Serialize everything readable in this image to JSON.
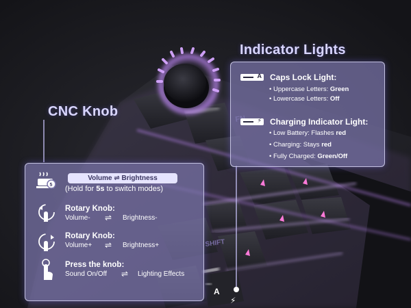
{
  "indicator": {
    "heading": "Indicator Lights",
    "caps": {
      "key_glyph": "A",
      "title": "Caps Lock Light:",
      "lines": [
        {
          "prefix": "• Uppercase Letters: ",
          "value": "Green"
        },
        {
          "prefix": "• Lowercase Letters: ",
          "value": "Off"
        }
      ]
    },
    "charging": {
      "key_glyph": "⚡",
      "title": "Charging Indicator Light:",
      "lines": [
        {
          "prefix": "• Low Battery: Flashes ",
          "value": "red"
        },
        {
          "prefix": "• Charging: Stays ",
          "value": "red"
        },
        {
          "prefix": "• Fully Charged: ",
          "value": "Green/Off"
        }
      ]
    }
  },
  "cnc": {
    "heading": "CNC Knob",
    "mode": {
      "pill": "Volume ⇌ Brightness",
      "hold_prefix": "(Hold for ",
      "hold_value": "5s",
      "hold_suffix": " to switch modes)"
    },
    "items": [
      {
        "title": "Rotary Knob:",
        "left": "Volume-",
        "arrow": "⇌",
        "right": "Brightness-"
      },
      {
        "title": "Rotary Knob:",
        "left": "Volume+",
        "arrow": "⇌",
        "right": "Brightness+"
      },
      {
        "title": "Press the knob:",
        "left": "Sound On/Off",
        "arrow": "⇌",
        "right": "Lighting Effects"
      }
    ]
  },
  "keyboard": {
    "keycap_legend_1": "FN",
    "keycap_legend_2": "SHIFT",
    "indicator_key_1": "A",
    "indicator_key_2": "⚡"
  },
  "colors": {
    "accent_glow": "#c58bff",
    "panel": "#7a74aa",
    "heading": "#d9d6ff"
  }
}
